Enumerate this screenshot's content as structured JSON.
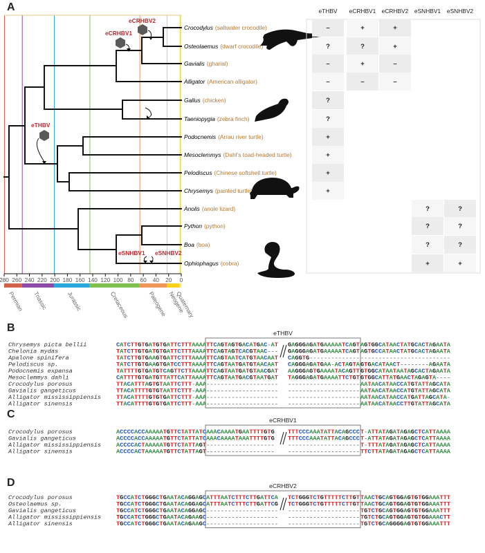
{
  "panels": {
    "A": "A",
    "B": "B",
    "C": "C",
    "D": "D"
  },
  "tree": {
    "taxa": [
      {
        "genus": "Crocodylus",
        "common": "(saltwater crocodile)"
      },
      {
        "genus": "Osteolaemus",
        "common": "(dwarf crocodile)"
      },
      {
        "genus": "Gavialis",
        "common": "(gharial)"
      },
      {
        "genus": "Alligator",
        "common": "(American alligator)"
      },
      {
        "genus": "Gallus",
        "common": "(chicken)"
      },
      {
        "genus": "Taeniopygia",
        "common": "(zebra finch)"
      },
      {
        "genus": "Podocnemis",
        "common": "(Arrau river turtle)"
      },
      {
        "genus": "Mesoclemmys",
        "common": "(Dahl’s toad-headed turtle)"
      },
      {
        "genus": "Pelodiscus",
        "common": "(Chinese softshell turtle)"
      },
      {
        "genus": "Chrysemys",
        "common": "(painted turtle)"
      },
      {
        "genus": "Anolis",
        "common": "(anole lizard)"
      },
      {
        "genus": "Python",
        "common": "(python)"
      },
      {
        "genus": "Boa",
        "common": "(boa)"
      },
      {
        "genus": "Ophiophagus",
        "common": "(cobra)"
      }
    ],
    "events": {
      "ethbv": "eTHBV",
      "ecrhbv1": "eCRHBV1",
      "ecrhbv2": "eCRHBV2",
      "esnhbv1": "eSNHBV1",
      "esnhbv2": "eSNHBV2"
    },
    "axis_ticks": [
      "280",
      "260",
      "240",
      "220",
      "200",
      "180",
      "160",
      "140",
      "120",
      "100",
      "80",
      "60",
      "40",
      "20",
      "0"
    ],
    "periods": [
      {
        "name": "Permian",
        "color": "#d2604a"
      },
      {
        "name": "Triassic",
        "color": "#8d4ba8"
      },
      {
        "name": "Jurassic",
        "color": "#29a8dc"
      },
      {
        "name": "Cretaceous",
        "color": "#7fbf4d"
      },
      {
        "name": "Paleogene",
        "color": "#f0955a"
      },
      {
        "name": "Neogene",
        "color": "#f6d21a"
      },
      {
        "name": "Quaternary",
        "color": "#f3ea6a"
      }
    ],
    "colors": {
      "label_red": "#c0272d",
      "common_name": "#b8772d",
      "branch": "#111111"
    }
  },
  "matrix": {
    "columns": [
      "eTHBV",
      "eCRHBV1",
      "eCRHBV2",
      "eSNHBV1",
      "eSNHBV2"
    ],
    "rows": [
      [
        "–",
        "+",
        "+",
        "",
        ""
      ],
      [
        "?",
        "?",
        "+",
        "",
        ""
      ],
      [
        "–",
        "+",
        "–",
        "",
        ""
      ],
      [
        "–",
        "–",
        "–",
        "",
        ""
      ],
      [
        "?",
        "",
        "",
        "",
        ""
      ],
      [
        "?",
        "",
        "",
        "",
        ""
      ],
      [
        "+",
        "",
        "",
        "",
        ""
      ],
      [
        "+",
        "",
        "",
        "",
        ""
      ],
      [
        "+",
        "",
        "",
        "",
        ""
      ],
      [
        "+",
        "",
        "",
        "",
        ""
      ],
      [
        "",
        "",
        "",
        "?",
        "?"
      ],
      [
        "",
        "",
        "",
        "?",
        "?"
      ],
      [
        "",
        "",
        "",
        "?",
        "?"
      ],
      [
        "",
        "",
        "",
        "+",
        "+"
      ]
    ]
  },
  "alignments": [
    {
      "title": "eTHBV",
      "names": [
        "Chrysemys picta bellii",
        "Chelonia mydas",
        "Apalone spinifera",
        "Pelodiscus sp.",
        "Podocnemis expansa",
        "Mesoclemmys dahli",
        "Crocodylus porosus",
        "Gavialis gangeticus",
        "Alligator mississippiensis",
        "Alligator sinensis"
      ],
      "left": [
        "CATCTTGTGATGTGATTCTTTAAAA",
        "TATCTTGTGATGTGATTCTTTAAAA",
        "TATCTTGTGAAGTGATTCTTTAAAA",
        "TATCTTGTGAAGTGATCCTTTAAAA",
        "TATTTTGTGATGTCAGTTCTTAAAA",
        "CATTTTGTGATGTTATTCATTAAAA",
        "TTACATTTAGTGTAATTCTTT-AAA",
        "TTACATTTTGTGTAATTCTTT-AAA",
        "TTACATTTTGTGTGATTCTTT-AAA",
        "TTACATTTTGTGTGATTCTTT-AAA"
      ],
      "mid": [
        "TTCAGTAGTGACATGAC-AT",
        "TTCAGTAGTCACGTAAC---",
        "TTCAGTAATCATGTAACAAT",
        "TTCAGTAATGATGTAACAAT",
        "TTCAGTAATGATGTAACGAT",
        "TTCAGTAATGACGTAATGAT",
        "--------------------",
        "--------------------",
        "--------------------",
        "--------------------"
      ],
      "mid2": [
        "GAGGGAGATGAAAAATCAGT",
        "GAGGGAGATGAAAAATCAGT",
        "CAGGTG--------------",
        "CAGGGAGATGAA-ACTAGTA",
        "AAGGGAGTGAAAATACAGTT",
        "TAGGGAGATGAAAATTCTGT",
        "--------------------",
        "--------------------",
        "--------------------",
        "--------------------"
      ],
      "right": [
        "AGTGGCATAACTATGCACTAGAATA",
        "AGTGCCATAACTATGCACTAGAATA",
        "-------------------------",
        "GTGACATAACT--------AGAATA",
        "GTGGCATAATAATAGCACTAGAATA",
        "GTGGCATTATGAACTAGAGTA----",
        "AATAACATAACCATGTATTAGCATA",
        "AATAACATAACCATGTATTAGCATA",
        "AATAACATAACCATGATTAGCATA-",
        "AATAACATAACCTTGTATTAGCATA"
      ]
    },
    {
      "title": "eCRHBV1",
      "names": [
        "Crocodylus porosus",
        "Gavialis gangeticus",
        "Alligator mississippiensis",
        "Alligator sinensis"
      ],
      "left": [
        "ACCCCACCAAAAATGTTCTATTATC",
        "ACCCCACCAAAAATGTTCTATTATC",
        "ACCCCACTAAAAATGTTCTATTAGT",
        "ACCCCACTAAAAATGTTCTATTAGT"
      ],
      "mid": [
        "AAACAAAATGAATTTTGTG",
        "AAACAAAATAAATTTTGTG",
        "-------------------",
        "-------------------"
      ],
      "mid2": [
        "TTTCCCAAATATTACAGCCC",
        "TTTCCCAAATATTACAGCCC",
        "--------------------",
        "--------------------"
      ],
      "right": [
        "T-ATTATAGATAGAGCTCATTAAAA",
        "T-ATTATAGATAGAGCTCATTAAAA",
        "T-TTTATAGATAGAGCTCATTAAAA",
        "TTCTTATAGATAGAGCTCATTAAAA"
      ]
    },
    {
      "title": "eCRHBV2",
      "names": [
        "Crocodylus porosus",
        "Osteolaemus sp.",
        "Gavialis gangeticus",
        "Alligator mississippiensis",
        "Alligator sinensis"
      ],
      "left": [
        "TGCCATCTGGGCTGAATACAGGAGC",
        "TGCCATCTGGGCTGAATACAGGAGC",
        "TGCCATCTGGGCTGAATACAGGAGC",
        "TGCCATCTGGGCTGAATACAGAAGC",
        "TGCCATCTGGGCTGAATACAGAAGC"
      ],
      "mid": [
        "ATTTAATCTTTCTTGATTCA",
        "ATTTAATCTTTCTTGATTCG",
        "--------------------",
        "--------------------",
        "--------------------"
      ],
      "mid2": [
        "TCTGGGTCTGTTTTTCTTGT",
        "TCTGGGTCTGTTTTTCTTGT",
        "--------------------",
        "--------------------",
        "--------------------"
      ],
      "right": [
        "TAACTGCAGTGGAGTGTGGAAATTT",
        "TAACTGCAGTGGAGTGTGGAAATTT",
        "TGTCTGCAGTGGAGTGTGGAAATTT",
        "TGTCTGCAGTGGAGTGTGGAAACTT",
        "TGTCTGCAGGGGAGTGTGGAAATTT"
      ]
    }
  ]
}
